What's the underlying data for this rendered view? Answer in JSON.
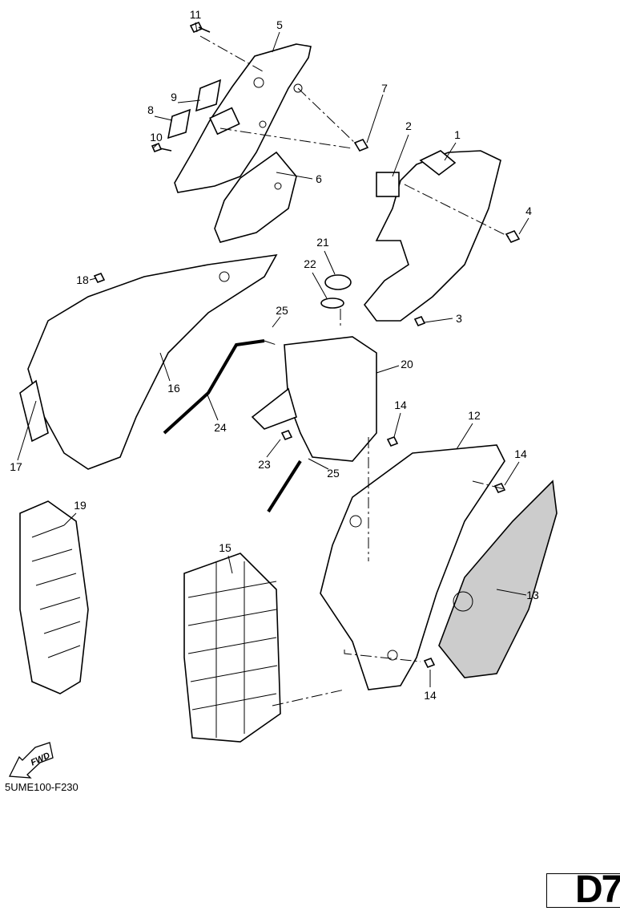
{
  "diagram_code": "5UME100-F230",
  "page_label": "D7",
  "fwd_arrow_text": "FWD",
  "callouts": [
    "11",
    "5",
    "7",
    "9",
    "8",
    "10",
    "2",
    "1",
    "6",
    "4",
    "21",
    "22",
    "18",
    "25",
    "3",
    "20",
    "16",
    "14",
    "12",
    "24",
    "14",
    "23",
    "25",
    "17",
    "19",
    "15",
    "13",
    "14"
  ]
}
